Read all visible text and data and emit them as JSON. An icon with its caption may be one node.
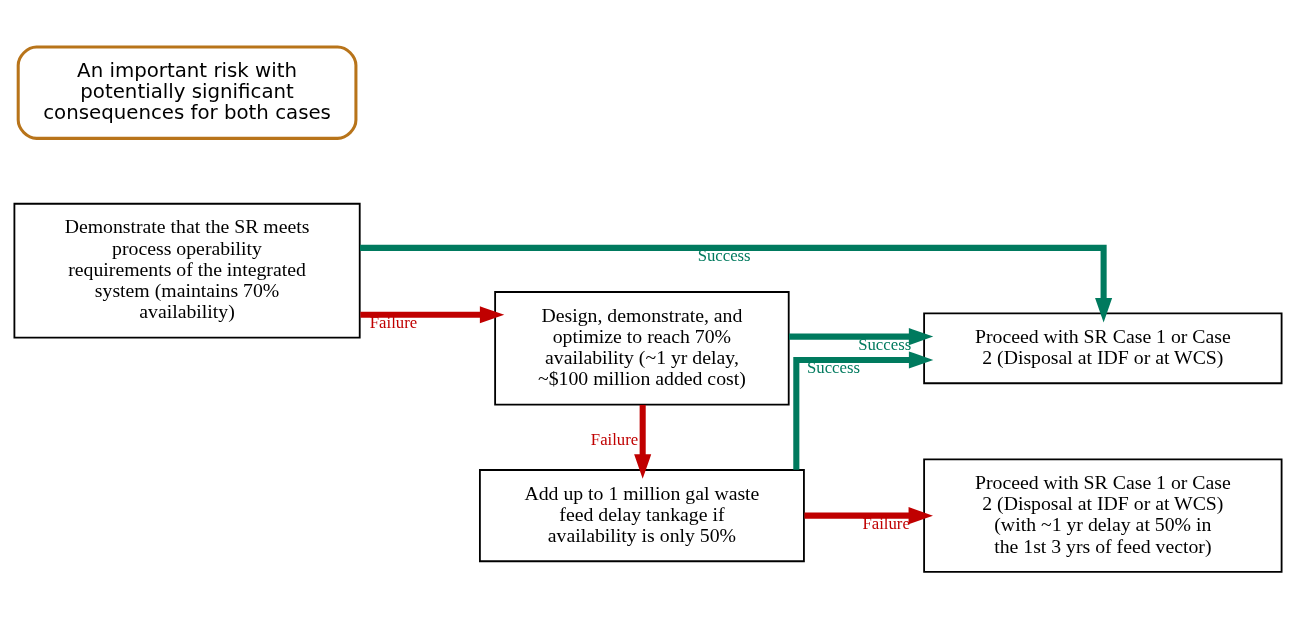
{
  "diagram": {
    "nodes": [
      {
        "text": [
          "Demonstrate that the SR meets process operability requirements of the integrated system (maintains 70% availability)"
        ]
      },
      {
        "text": [
          "Proceed with SR Case 1 or Case 2 (Disposal at IDF or at WCS)"
        ]
      },
      {
        "text": [
          "Design, demonstrate, and optimize to reach 70% availability (~1 yr delay, ~$100 million added cost)"
        ]
      },
      {
        "text": [
          "Add up to 1 million gal waste feed delay tankage if availability is only 50%"
        ]
      },
      {
        "text": [
          "Proceed with SR Case 1 or Case 2 (Disposal at IDF or at WCS) (with ~1 yr delay at 50% in the 1st 3 yrs of feed vector)"
        ]
      },
      {
        "text": [
          "An important risk with potentially significant consequences for both cases"
        ]
      }
    ],
    "edges": [
      {
        "from": 0,
        "to": 1,
        "arrow": "to",
        "label": "Success",
        "color": "#007a5e"
      },
      {
        "from": 0,
        "to": 2,
        "arrow": "to",
        "label": "Failure",
        "color": "#c00000"
      },
      {
        "from": 2,
        "to": 1,
        "arrow": "to",
        "label": "Success",
        "color": "#007a5e"
      },
      {
        "from": 2,
        "to": 3,
        "arrow": "to",
        "label": "Failure",
        "color": "#c00000"
      },
      {
        "from": 3,
        "to": 1,
        "arrow": "to",
        "label": "Success",
        "color": "#007a5e"
      },
      {
        "from": 3,
        "to": 4,
        "arrow": "to",
        "label": "Failure",
        "color": "#c00000"
      }
    ]
  }
}
